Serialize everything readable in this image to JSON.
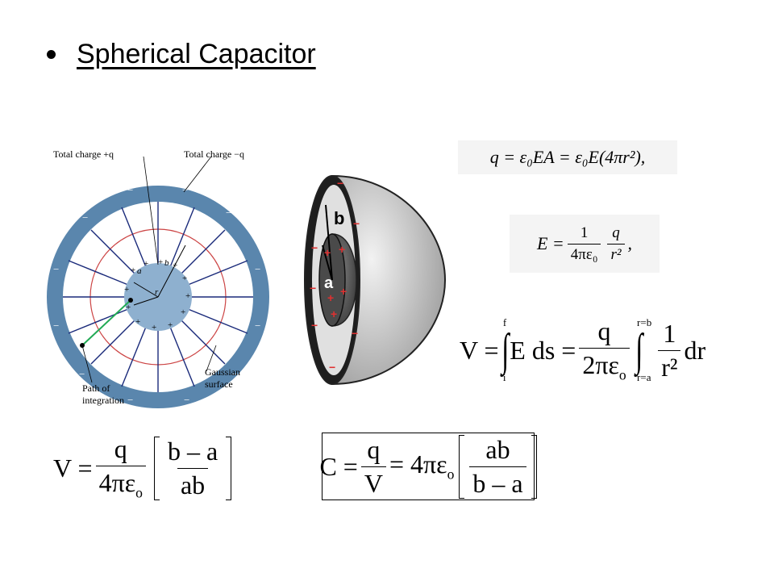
{
  "slide": {
    "title": "Spherical Capacitor"
  },
  "diagram_left": {
    "label_total_plus": "Total charge +q",
    "label_total_minus": "Total charge −q",
    "label_path": "Path of integration",
    "label_gaussian": "Gaussian surface",
    "label_a": "a",
    "label_b": "b",
    "label_r": "r"
  },
  "diagram_right": {
    "label_a": "a",
    "label_b": "b"
  },
  "formulas": {
    "f1": "q = ε₀EA = ε₀E(4πr²),",
    "f2_lhs": "E =",
    "f2_num1": "1",
    "f2_den1": "4πε₀",
    "f2_num2": "q",
    "f2_den2": "r²",
    "f2_tail": ",",
    "f3_lhs": "V =",
    "f3_int1_upper": "f",
    "f3_int1_lower": "i",
    "f3_integrand": "E ds =",
    "f3_num": "q",
    "f3_den": "2πε",
    "f3_int2_upper": "r=b",
    "f3_int2_lower": "r=a",
    "f3_num2": "1",
    "f3_den2": "r²",
    "f3_dr": "dr",
    "f4_lhs": "V =",
    "f4_num": "q",
    "f4_den": "4πε",
    "f4_bnum": "b – a",
    "f4_bden": "ab",
    "f5_lhs": "C =",
    "f5_num": "q",
    "f5_den": "V",
    "f5_mid": "= 4πε",
    "f5_bnum": "ab",
    "f5_bden": "b – a",
    "sub_o": "o"
  }
}
